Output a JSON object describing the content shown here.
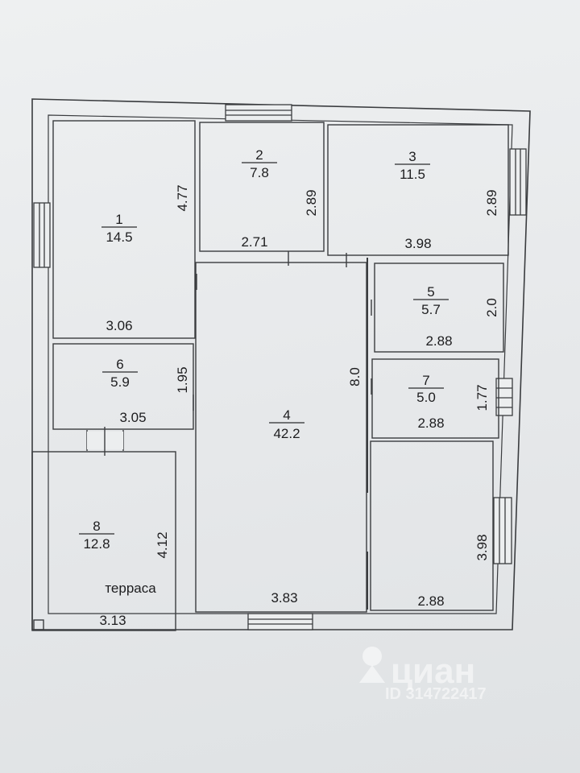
{
  "rooms": [
    {
      "id": "r1",
      "number": "1",
      "area": "14.5",
      "dims": [
        "4.77",
        "3.06"
      ]
    },
    {
      "id": "r2",
      "number": "2",
      "area": "7.8",
      "dims": [
        "2.89",
        "2.71"
      ]
    },
    {
      "id": "r3",
      "number": "3",
      "area": "11.5",
      "dims": [
        "2.89",
        "3.98"
      ]
    },
    {
      "id": "r4",
      "number": "4",
      "area": "42.2",
      "dims": [
        "8.0",
        "3.83"
      ]
    },
    {
      "id": "r5",
      "number": "5",
      "area": "5.7",
      "dims": [
        "2.0",
        "2.88"
      ]
    },
    {
      "id": "r6",
      "number": "6",
      "area": "5.9",
      "dims": [
        "1.95",
        "3.05"
      ]
    },
    {
      "id": "r7",
      "number": "7",
      "area": "5.0",
      "dims": [
        "1.77",
        "2.88"
      ]
    },
    {
      "id": "r8",
      "number": "8",
      "area": "12.8",
      "dims": [
        "4.12",
        "3.13"
      ],
      "name": "терраса"
    }
  ],
  "unnumbered_room": {
    "dims": [
      "3.98",
      "2.88"
    ]
  },
  "watermark": {
    "brand": "циан",
    "id_text": "ID 314722417"
  },
  "colors": {
    "line": "#3a3c3f",
    "paper": "#eceeef",
    "text": "#1d1d1f"
  }
}
